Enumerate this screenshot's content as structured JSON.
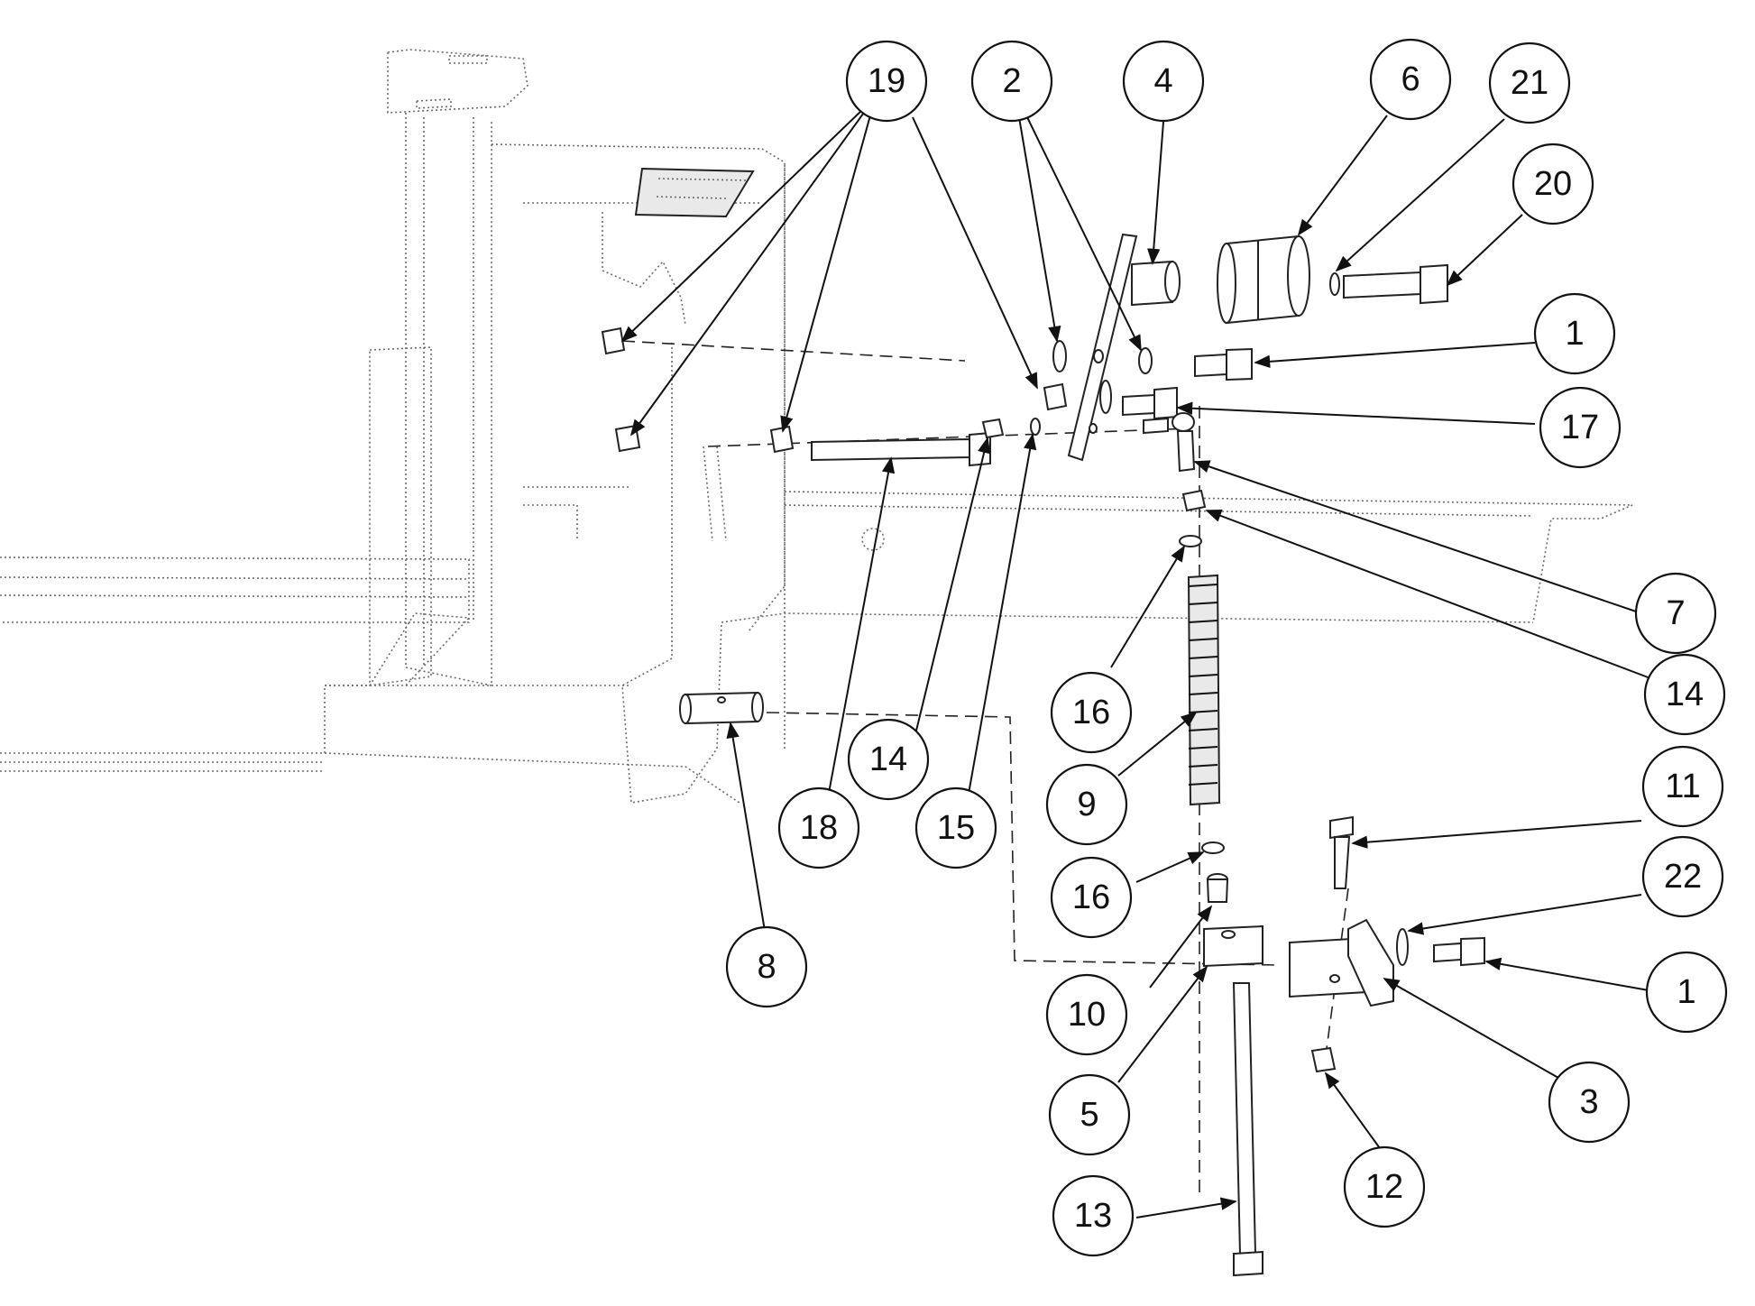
{
  "callouts": [
    {
      "id": "c19",
      "label": "19"
    },
    {
      "id": "c2",
      "label": "2"
    },
    {
      "id": "c4",
      "label": "4"
    },
    {
      "id": "c6",
      "label": "6"
    },
    {
      "id": "c21",
      "label": "21"
    },
    {
      "id": "c20",
      "label": "20"
    },
    {
      "id": "c1a",
      "label": "1"
    },
    {
      "id": "c17",
      "label": "17"
    },
    {
      "id": "c7",
      "label": "7"
    },
    {
      "id": "c14a",
      "label": "14"
    },
    {
      "id": "c16a",
      "label": "16"
    },
    {
      "id": "c14b",
      "label": "14"
    },
    {
      "id": "c9",
      "label": "9"
    },
    {
      "id": "c18",
      "label": "18"
    },
    {
      "id": "c15",
      "label": "15"
    },
    {
      "id": "c11",
      "label": "11"
    },
    {
      "id": "c22",
      "label": "22"
    },
    {
      "id": "c16b",
      "label": "16"
    },
    {
      "id": "c8",
      "label": "8"
    },
    {
      "id": "c10",
      "label": "10"
    },
    {
      "id": "c1b",
      "label": "1"
    },
    {
      "id": "c5",
      "label": "5"
    },
    {
      "id": "c3",
      "label": "3"
    },
    {
      "id": "c12",
      "label": "12"
    },
    {
      "id": "c13",
      "label": "13"
    }
  ]
}
